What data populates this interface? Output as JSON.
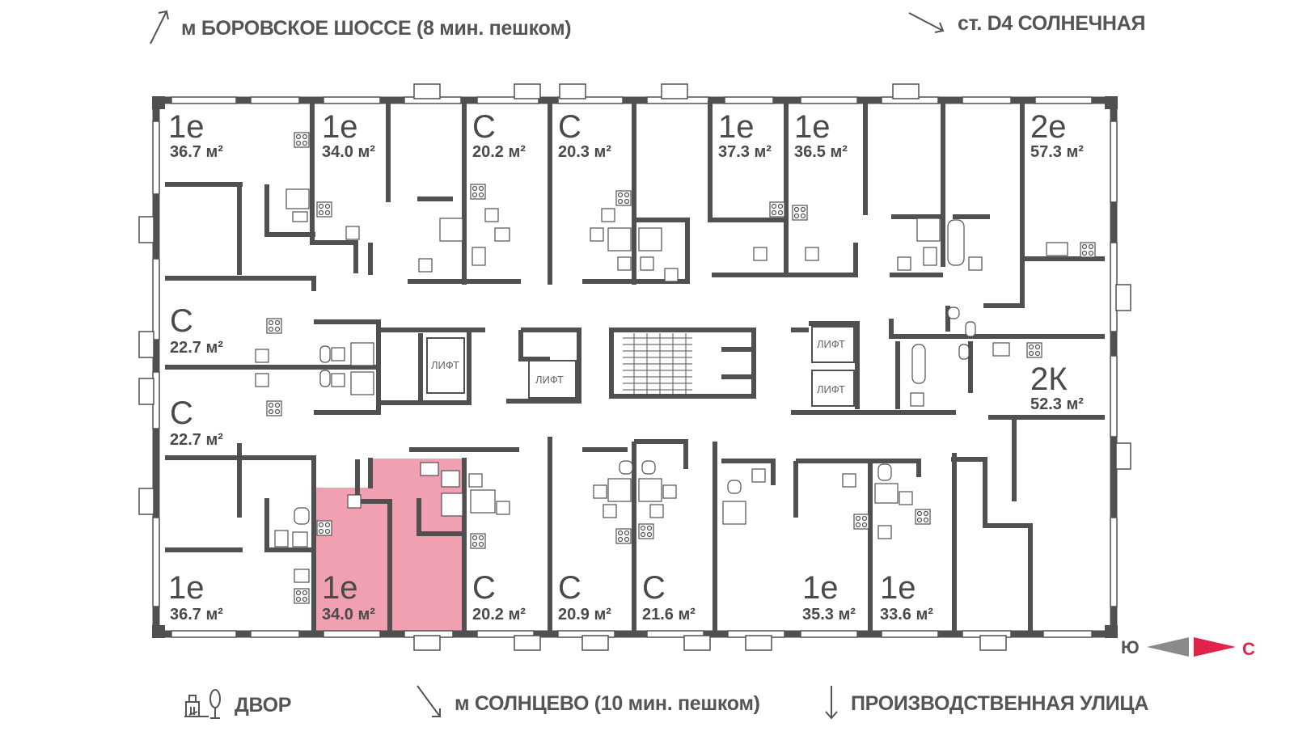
{
  "landmarks": {
    "north_left": "м БОРОВСКОЕ ШОССЕ (8 мин. пешком)",
    "north_right": "ст. D4 СОЛНЕЧНАЯ",
    "south_left": "ДВОР",
    "south_center": "м СОЛНЦЕВО (10 мин. пешком)",
    "south_right": "ПРОИЗВОДСТВЕННАЯ УЛИЦА"
  },
  "compass": {
    "west": "Ю",
    "east": "С",
    "accent": "#e0234a"
  },
  "colors": {
    "wall": "#505050",
    "highlight": "#f0a0b0",
    "window": "#ffffff"
  },
  "lift_label": "ЛИФТ",
  "units": [
    {
      "type": "1е",
      "area": "36.7 м²",
      "highlighted": false
    },
    {
      "type": "1е",
      "area": "34.0 м²",
      "highlighted": false
    },
    {
      "type": "С",
      "area": "20.2 м²",
      "highlighted": false
    },
    {
      "type": "С",
      "area": "20.3 м²",
      "highlighted": false
    },
    {
      "type": "1е",
      "area": "37.3 м²",
      "highlighted": false
    },
    {
      "type": "1е",
      "area": "36.5 м²",
      "highlighted": false
    },
    {
      "type": "2е",
      "area": "57.3 м²",
      "highlighted": false
    },
    {
      "type": "С",
      "area": "22.7 м²",
      "highlighted": false
    },
    {
      "type": "С",
      "area": "22.7 м²",
      "highlighted": false
    },
    {
      "type": "2К",
      "area": "52.3 м²",
      "highlighted": false
    },
    {
      "type": "1е",
      "area": "36.7 м²",
      "highlighted": false
    },
    {
      "type": "1е",
      "area": "34.0 м²",
      "highlighted": true
    },
    {
      "type": "С",
      "area": "20.2 м²",
      "highlighted": false
    },
    {
      "type": "С",
      "area": "20.9 м²",
      "highlighted": false
    },
    {
      "type": "С",
      "area": "21.6 м²",
      "highlighted": false
    },
    {
      "type": "1е",
      "area": "35.3 м²",
      "highlighted": false
    },
    {
      "type": "1е",
      "area": "33.6 м²",
      "highlighted": false
    }
  ]
}
